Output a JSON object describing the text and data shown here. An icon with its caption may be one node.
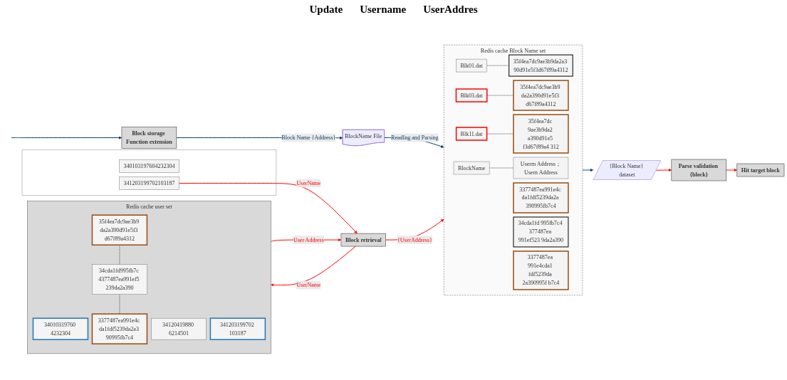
{
  "diagram": {
    "nodes": [
      {
        "text": [
          "Block storage Function extension"
        ]
      },
      {
        "text": [
          "BlockName File"
        ]
      },
      {
        "text": [
          "Redis cache Block Name set"
        ]
      },
      {
        "text": [
          "Blk01.dat"
        ],
        "in": 2
      },
      {
        "text": [
          "35f4ea7dc9ae3b9da2a3 90d91e5f3d67f89a4312"
        ],
        "in": 2
      },
      {
        "text": [
          "Blk03.dat"
        ],
        "in": 2
      },
      {
        "text": [
          "35f4ea7dc9ae3b9 da2a390d91e5f3 d67f89a4312"
        ],
        "in": 2
      },
      {
        "text": [
          "3377487ea991e4c da1fdf5239da2a 390995fb7c4"
        ],
        "in": 2
      },
      {
        "text": [
          "Blk11.dat"
        ],
        "in": 2
      },
      {
        "text": [
          "35f4ea7dc 9ae3b9da2 a390d91e5 f3d67f89a4 312"
        ],
        "in": 2
      },
      {
        "text": [
          "34cda1fd 995fb7c4 377487ea 991ef523 9da2a390"
        ],
        "in": 2
      },
      {
        "text": [
          "3377487ea 991e4cda1 fdf5239da 2a390995f b7c4"
        ],
        "in": 2
      },
      {
        "text": [
          "BlockName"
        ],
        "in": 2
      },
      {
        "text": [
          "Userm Address；Usern Address"
        ],
        "in": 2
      },
      {
        "text": [
          "340103197604232304"
        ]
      },
      {
        "text": [
          "341203199702103187"
        ]
      },
      {
        "text": [
          "Block retrieval"
        ]
      },
      {
        "text": [
          "Redis cache user set"
        ]
      },
      {
        "text": [
          "34010319760 4232304"
        ],
        "in": 17
      },
      {
        "text": [
          "35f4ea7dc9ae3b9 da2a390d91e5f3 d67f89a4312"
        ],
        "in": 17
      },
      {
        "text": [
          "34120419880 6214501"
        ],
        "in": 17
      },
      {
        "text": [
          "34cda1fd995fb7c 4377487ea991ef5 239da2a390"
        ],
        "in": 17
      },
      {
        "text": [
          "341203199702 103187"
        ],
        "in": 17
      },
      {
        "text": [
          "3377487ea991e4c da1fdf5239da2a3 90995fb7c4"
        ],
        "in": 17
      },
      {
        "text": [
          "{Block Name} dataset"
        ]
      },
      {
        "text": [
          "Parse validation {block}"
        ]
      },
      {
        "text": [
          "Hit target block"
        ]
      }
    ],
    "edges": [
      {
        "from": null,
        "to": 0,
        "arrow": "to",
        "color": "#0f3d6b"
      },
      {
        "from": 0,
        "to": 1,
        "arrow": "to",
        "label": "Block Name {Address}",
        "color": "#0f3d6b"
      },
      {
        "from": 1,
        "to": 2,
        "arrow": "to",
        "label": "ReadIng and Parsing",
        "color": "#0f3d6b"
      },
      {
        "from": 3,
        "to": 4,
        "arrow": "none",
        "style": "dashed",
        "color": "#555555"
      },
      {
        "from": 5,
        "to": 6,
        "arrow": "none",
        "style": "dashed",
        "color": "#555555"
      },
      {
        "from": 8,
        "to": 9,
        "arrow": "none",
        "style": "dashed",
        "color": "#555555"
      },
      {
        "from": 12,
        "to": 13,
        "arrow": "none",
        "style": "dashed",
        "color": "#555555"
      },
      {
        "from": 19,
        "to": 21,
        "arrow": "none",
        "style": "dashed",
        "color": "#555555"
      },
      {
        "from": 21,
        "to": 23,
        "arrow": "none",
        "style": "dashed",
        "color": "#555555"
      },
      {
        "from": 15,
        "to": 16,
        "arrow": "to",
        "label": "UserName",
        "color": "#ff0000"
      },
      {
        "from": 16,
        "to": 17,
        "arrow": "to",
        "label": "UserName",
        "color": "#ff0000"
      },
      {
        "from": 17,
        "to": 16,
        "arrow": "to",
        "label": "User Address",
        "color": "#ff0000"
      },
      {
        "from": 16,
        "to": 2,
        "arrow": "to",
        "label": "{UserAddress}",
        "color": "#ff0000"
      },
      {
        "from": 2,
        "to": 24,
        "arrow": "to",
        "color": "#0f3d6b"
      },
      {
        "from": 24,
        "to": 25,
        "arrow": "to",
        "color": "#ff0000"
      },
      {
        "from": 25,
        "to": 26,
        "arrow": "to",
        "color": "#ff0000"
      }
    ],
    "labels": [
      "Update",
      "Username",
      "UserAddres"
    ]
  }
}
